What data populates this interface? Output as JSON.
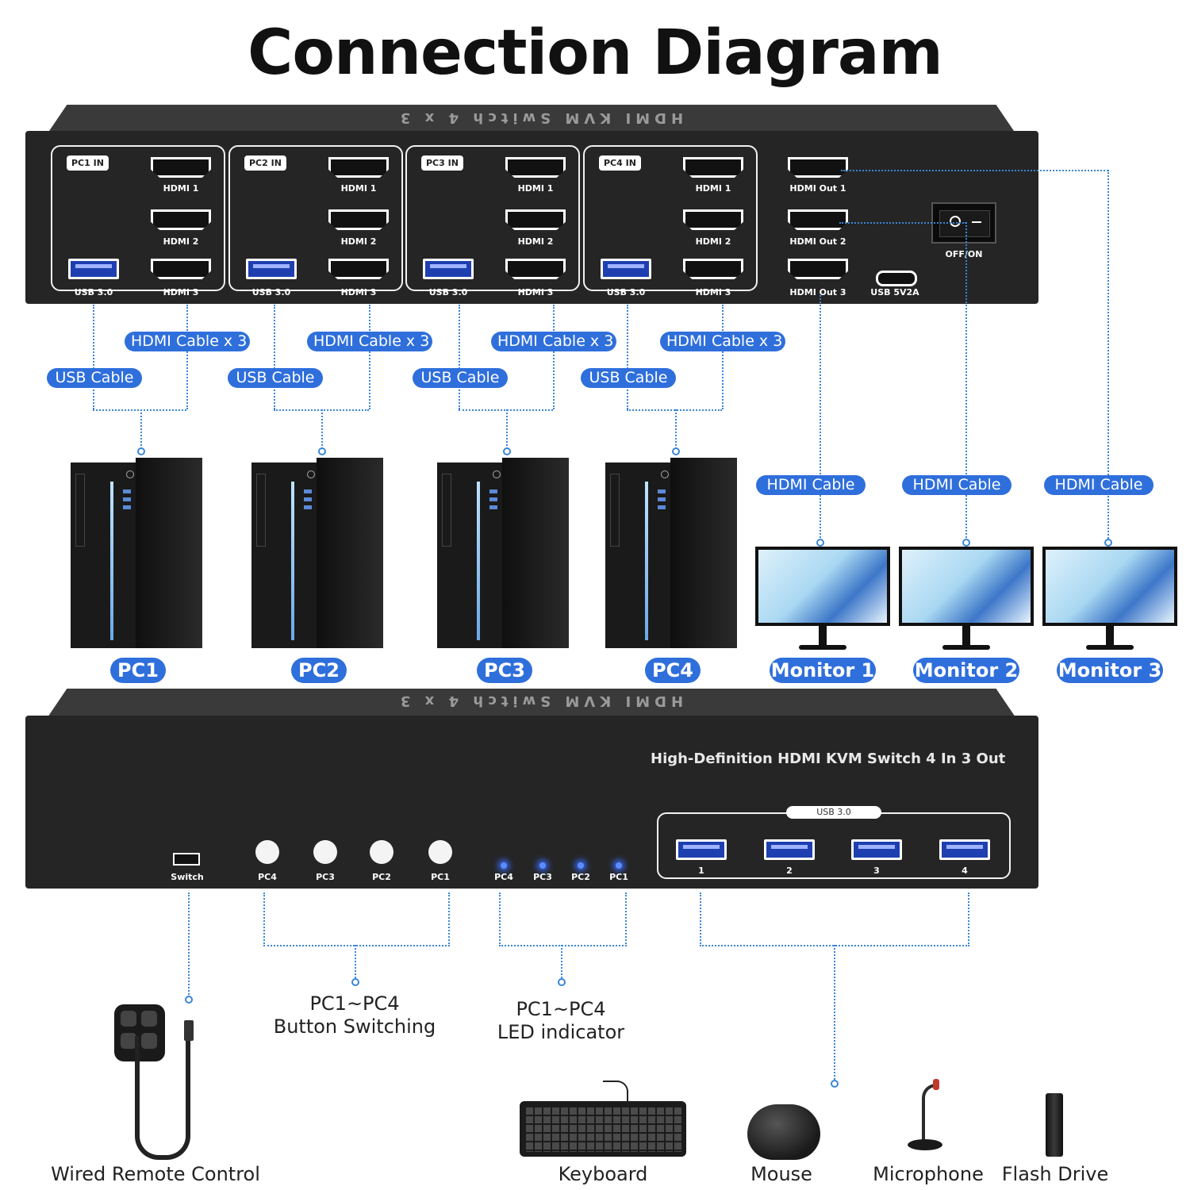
{
  "title": "Connection Diagram",
  "back_panel": {
    "top_label": "HDMI KVM Switch 4 x 3",
    "groups": [
      {
        "badge": "PC1 IN",
        "hdmi1": "HDMI 1",
        "hdmi2": "HDMI 2",
        "hdmi3": "HDMI 3",
        "usb": "USB 3.0"
      },
      {
        "badge": "PC2 IN",
        "hdmi1": "HDMI 1",
        "hdmi2": "HDMI 2",
        "hdmi3": "HDMI 3",
        "usb": "USB 3.0"
      },
      {
        "badge": "PC3 IN",
        "hdmi1": "HDMI 1",
        "hdmi2": "HDMI 2",
        "hdmi3": "HDMI 3",
        "usb": "USB 3.0"
      },
      {
        "badge": "PC4 IN",
        "hdmi1": "HDMI 1",
        "hdmi2": "HDMI 2",
        "hdmi3": "HDMI 3",
        "usb": "USB 3.0"
      }
    ],
    "outputs": [
      "HDMI Out 1",
      "HDMI Out 2",
      "HDMI Out 3"
    ],
    "power_port": "USB 5V2A",
    "switch_label": "OFF/ON"
  },
  "cables": {
    "hdmi_x3": "HDMI Cable x 3",
    "usb": "USB Cable",
    "hdmi": "HDMI Cable"
  },
  "pcs": [
    "PC1",
    "PC2",
    "PC3",
    "PC4"
  ],
  "monitors": [
    "Monitor 1",
    "Monitor 2",
    "Monitor 3"
  ],
  "front_panel": {
    "top_label": "HDMI KVM Switch 4 x 3",
    "subtitle": "High-Definition HDMI KVM Switch 4 In 3 Out",
    "switch_port": "Switch",
    "buttons": [
      "PC4",
      "PC3",
      "PC2",
      "PC1"
    ],
    "leds": [
      "PC4",
      "PC3",
      "PC2",
      "PC1"
    ],
    "usb_hub_label": "USB 3.0",
    "usb_ports": [
      "1",
      "2",
      "3",
      "4"
    ]
  },
  "annotations": {
    "button_line1": "PC1~PC4",
    "button_line2": "Button Switching",
    "led_line1": "PC1~PC4",
    "led_line2": "LED indicator"
  },
  "peripherals": {
    "remote": "Wired Remote Control",
    "keyboard": "Keyboard",
    "mouse": "Mouse",
    "microphone": "Microphone",
    "flash_drive": "Flash Drive"
  },
  "colors": {
    "accent": "#2f6fdc",
    "panel": "#252525",
    "led": "#5b8cff"
  }
}
